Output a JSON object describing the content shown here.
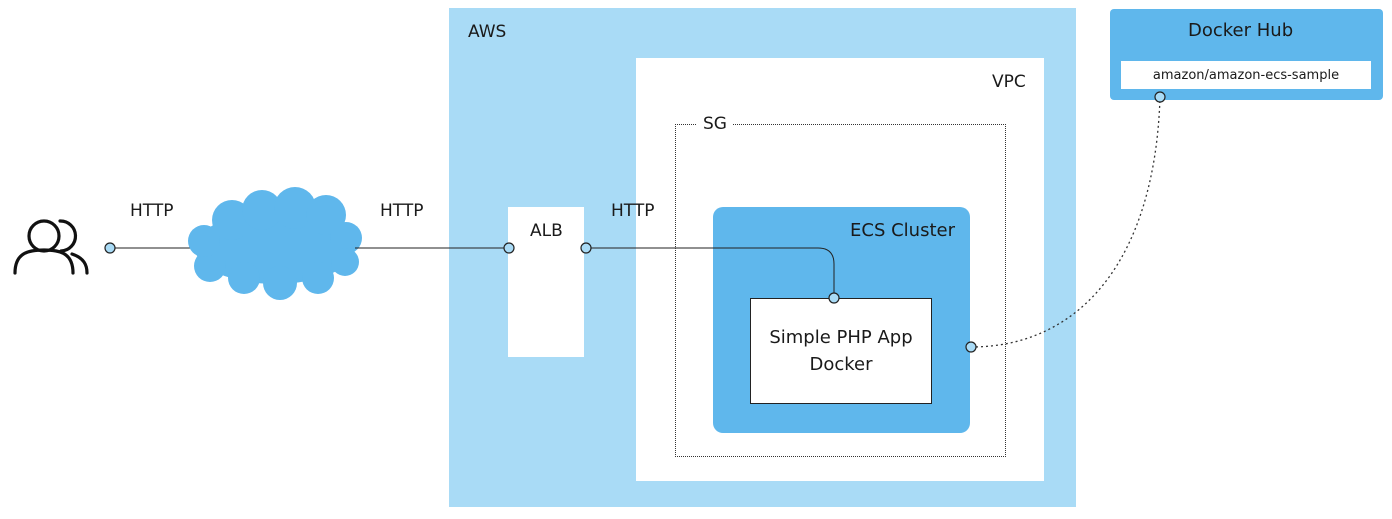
{
  "aws": {
    "label": "AWS"
  },
  "vpc": {
    "label": "VPC"
  },
  "sg": {
    "label": "SG"
  },
  "ecs_cluster": {
    "label": "ECS Cluster"
  },
  "app": {
    "line1": "Simple PHP App",
    "line2": "Docker"
  },
  "alb": {
    "label": "ALB"
  },
  "docker_hub": {
    "title": "Docker Hub",
    "image": "amazon/amazon-ecs-sample"
  },
  "connections": {
    "user_to_cloud": "HTTP",
    "cloud_to_alb": "HTTP",
    "alb_to_app": "HTTP"
  },
  "icons": {
    "users": "users-icon",
    "cloud": "cloud-icon"
  },
  "colors": {
    "aws": "#a9dbf6",
    "ecs": "#5fb7ec",
    "docker_hub": "#5fb7ec",
    "cloud": "#5fb7ec",
    "port": "#a9dbf6"
  }
}
